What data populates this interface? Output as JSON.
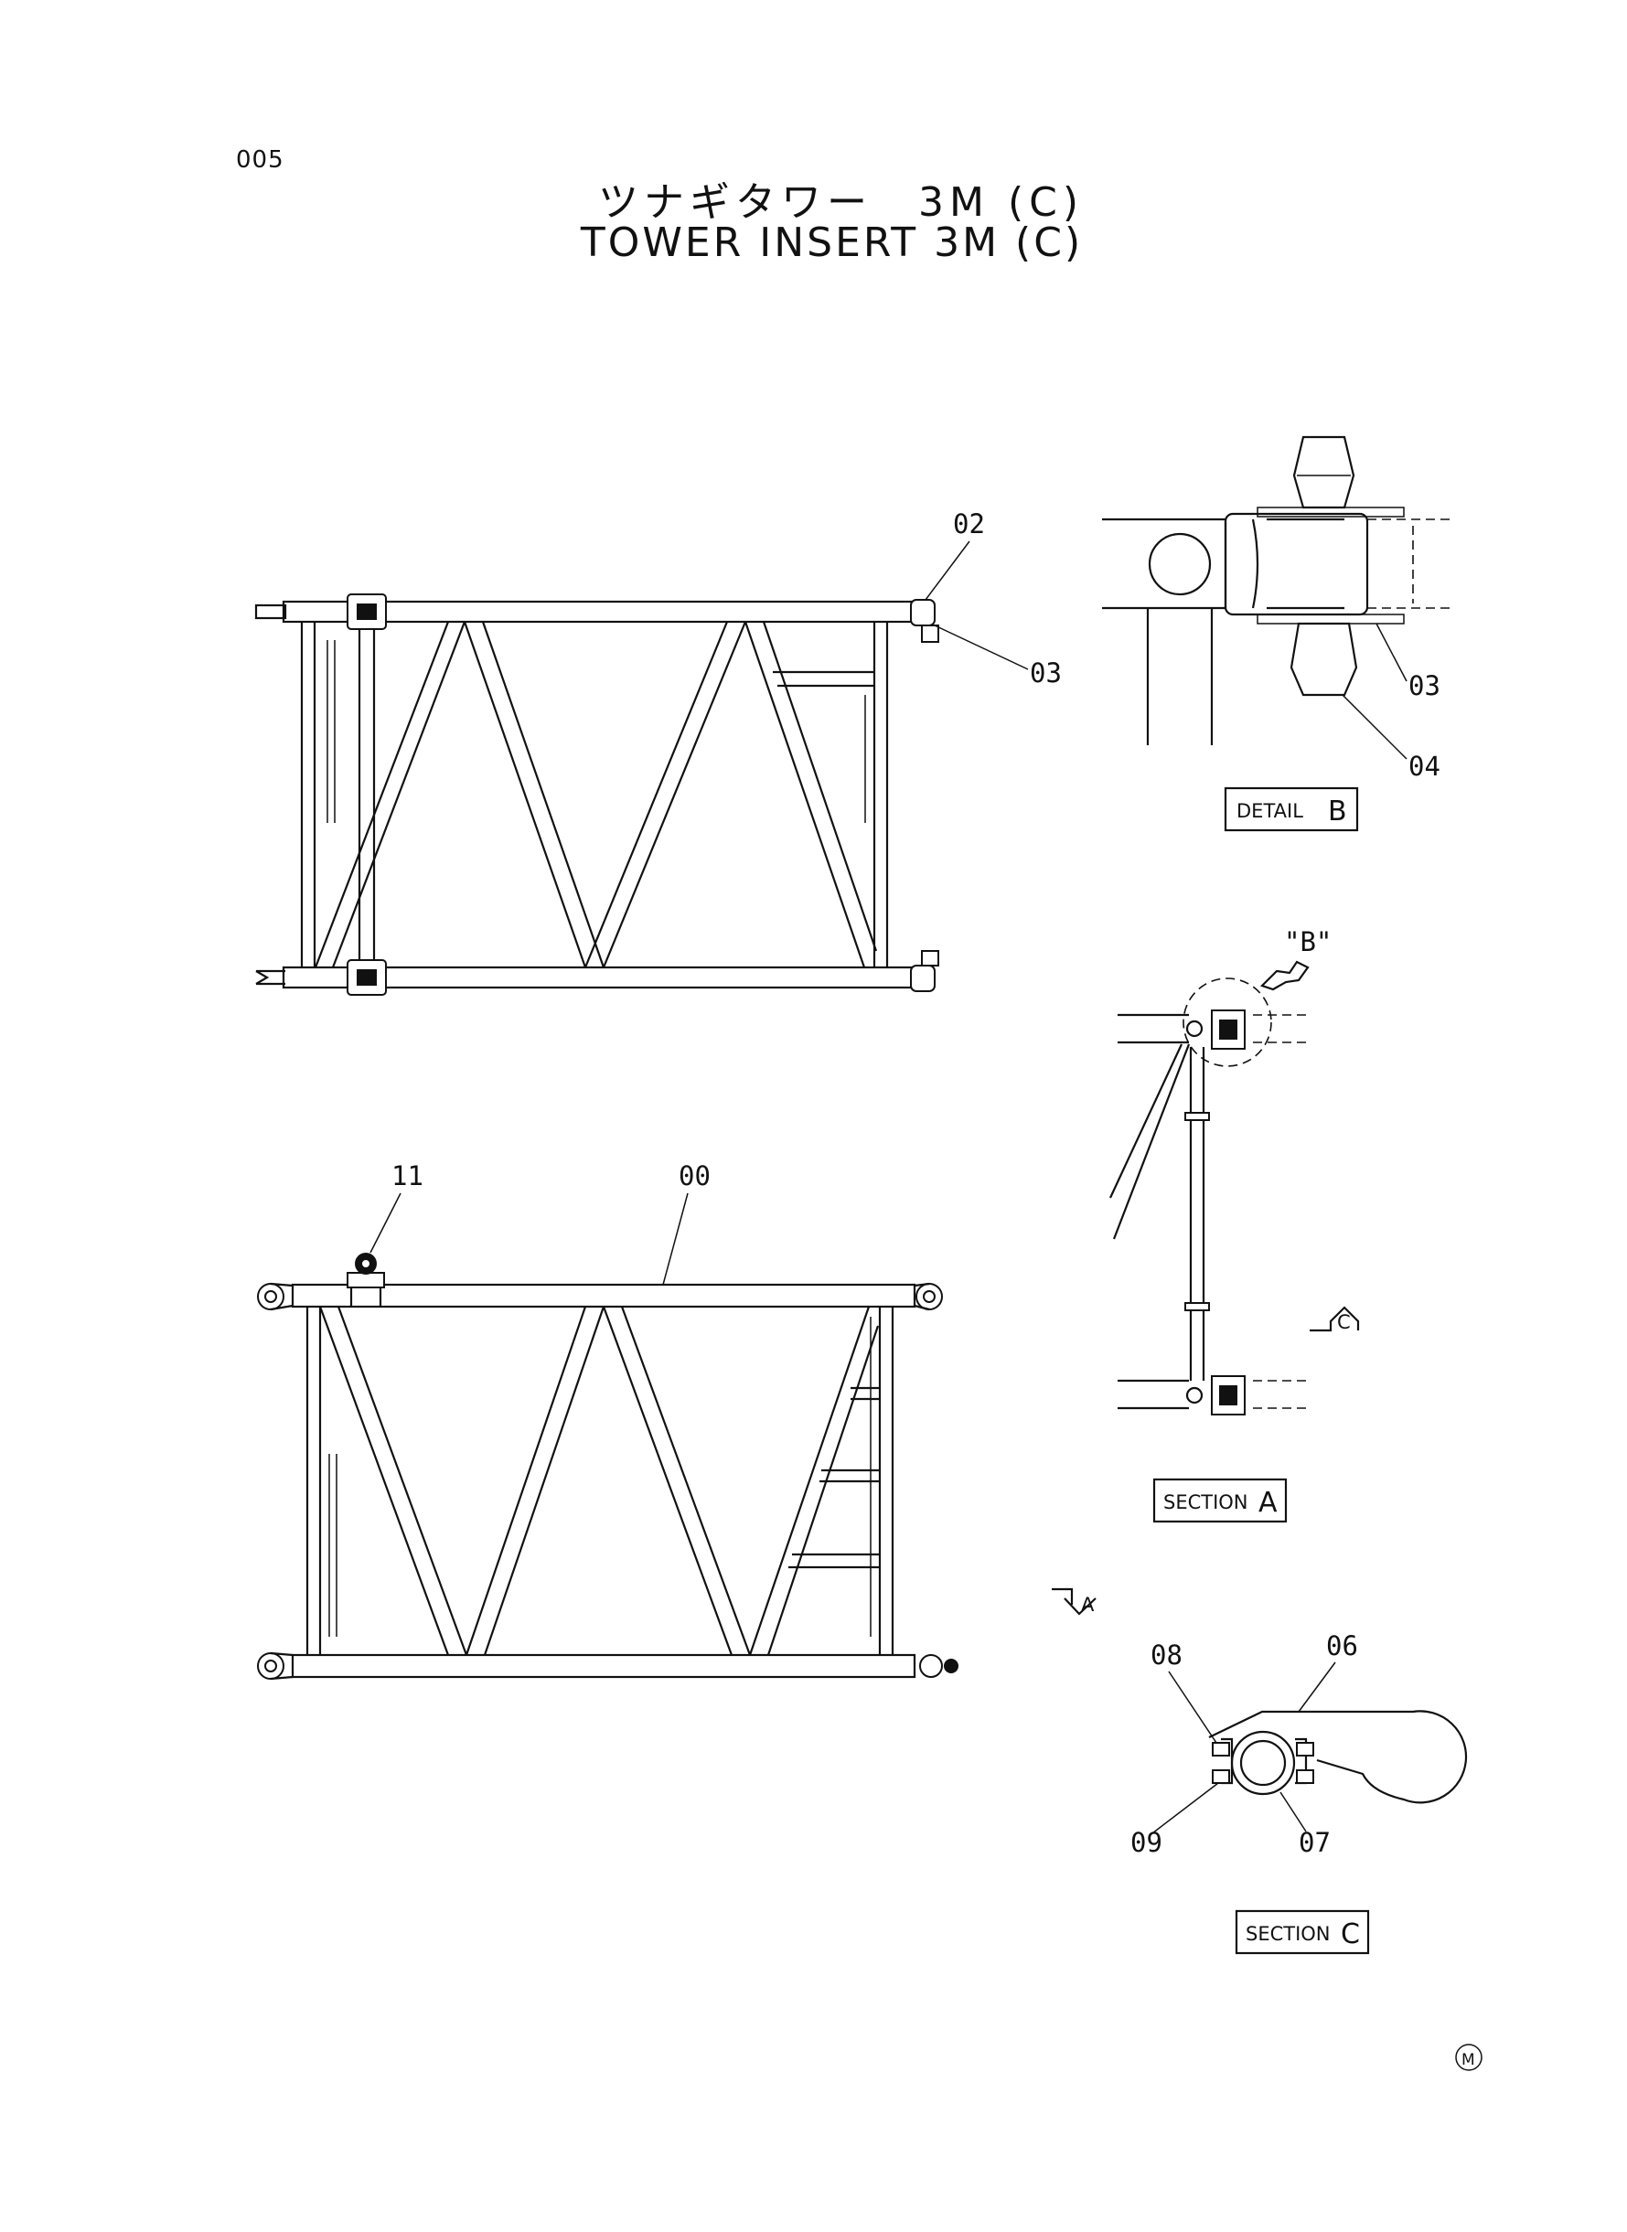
{
  "page": {
    "number": "005"
  },
  "title": {
    "japanese": "ツナギタワー　3M (C)",
    "english": "TOWER  INSERT  3M (C)"
  },
  "callouts": {
    "c02": "02",
    "c03": "03",
    "c00": "00",
    "c11": "11",
    "detailB_03": "03",
    "detailB_04": "04",
    "ref_B": "\"B\"",
    "ref_C": "C",
    "ref_A": "A",
    "c06": "06",
    "c07": "07",
    "c08": "08",
    "c09": "09"
  },
  "views": {
    "detail_b": {
      "word": "DETAIL",
      "letter": "B"
    },
    "section_a": {
      "word": "SECTION",
      "letter": "A"
    },
    "section_c": {
      "word": "SECTION",
      "letter": "C"
    }
  },
  "footer": {
    "mark": "M"
  }
}
